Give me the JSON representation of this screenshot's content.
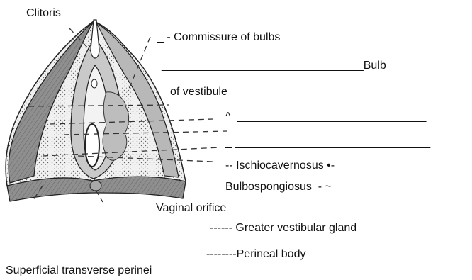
{
  "labels": {
    "clitoris": "Clitoris",
    "commissure_of_bulbs": "_ - Commissure of bulbs",
    "bulb_line": "________________________________Bulb",
    "of_vestibule": "of vestibule",
    "caret_line": "^  ______________________________",
    "dash_line": "_ _______________________________",
    "ischiocavernosus": "-- Ischiocavernosus •-",
    "bulbospongiosus": "Bulbospongiosus  - ~",
    "vaginal_orifice": "Vaginal orifice",
    "greater_vestibular_gland": "------ Greater vestibular gland",
    "perineal_body": "--------Perineal body",
    "superficial_transverse_perinei": "Superficial transverse perinei"
  },
  "colors": {
    "muscle_fill": "#8f8f8f",
    "bulb_fill": "#cfcfcf",
    "vestibule_fill": "#f3f3f3",
    "stroke": "#222222"
  }
}
